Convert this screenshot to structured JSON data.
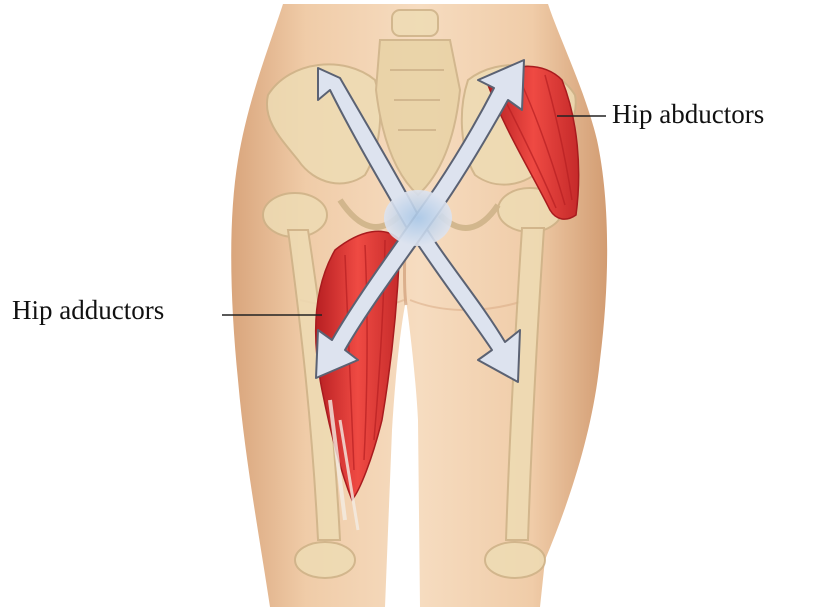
{
  "labels": {
    "abductors": "Hip abductors",
    "adductors": "Hip adductors"
  },
  "colors": {
    "skin_light": "#f4d9bd",
    "skin": "#e9bf98",
    "skin_shadow": "#c9936a",
    "bone": "#eedcb4",
    "bone_shadow": "#cdb287",
    "muscle": "#e03a35",
    "muscle_dark": "#b71f22",
    "arrow_fill": "#dde3ef",
    "arrow_stroke": "#5b6273",
    "arrow_center": "#a9c7e6",
    "leader_line": "#222222"
  },
  "icons": {
    "movement_arrows": "double-headed-cross-arrows"
  }
}
